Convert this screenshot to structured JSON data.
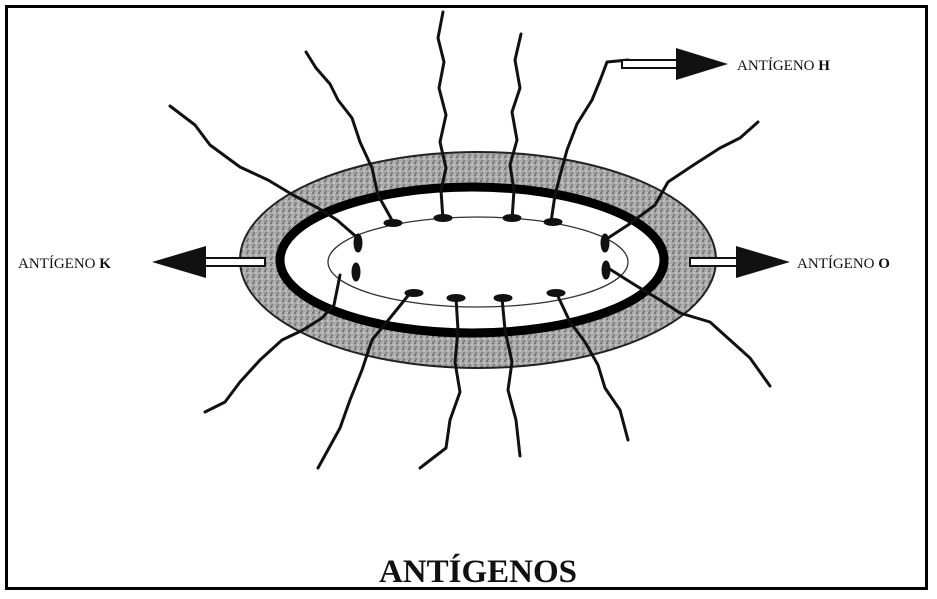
{
  "title": "ANTÍGENOS",
  "labels": {
    "h": {
      "text": "ANTÍGENO ",
      "letter": "H"
    },
    "k": {
      "text": "ANTÍGENO ",
      "letter": "K"
    },
    "o": {
      "text": "ANTÍGENO ",
      "letter": "O"
    }
  },
  "colors": {
    "ink": "#111111",
    "capsule": "#9a9a9a",
    "background": "#ffffff"
  }
}
